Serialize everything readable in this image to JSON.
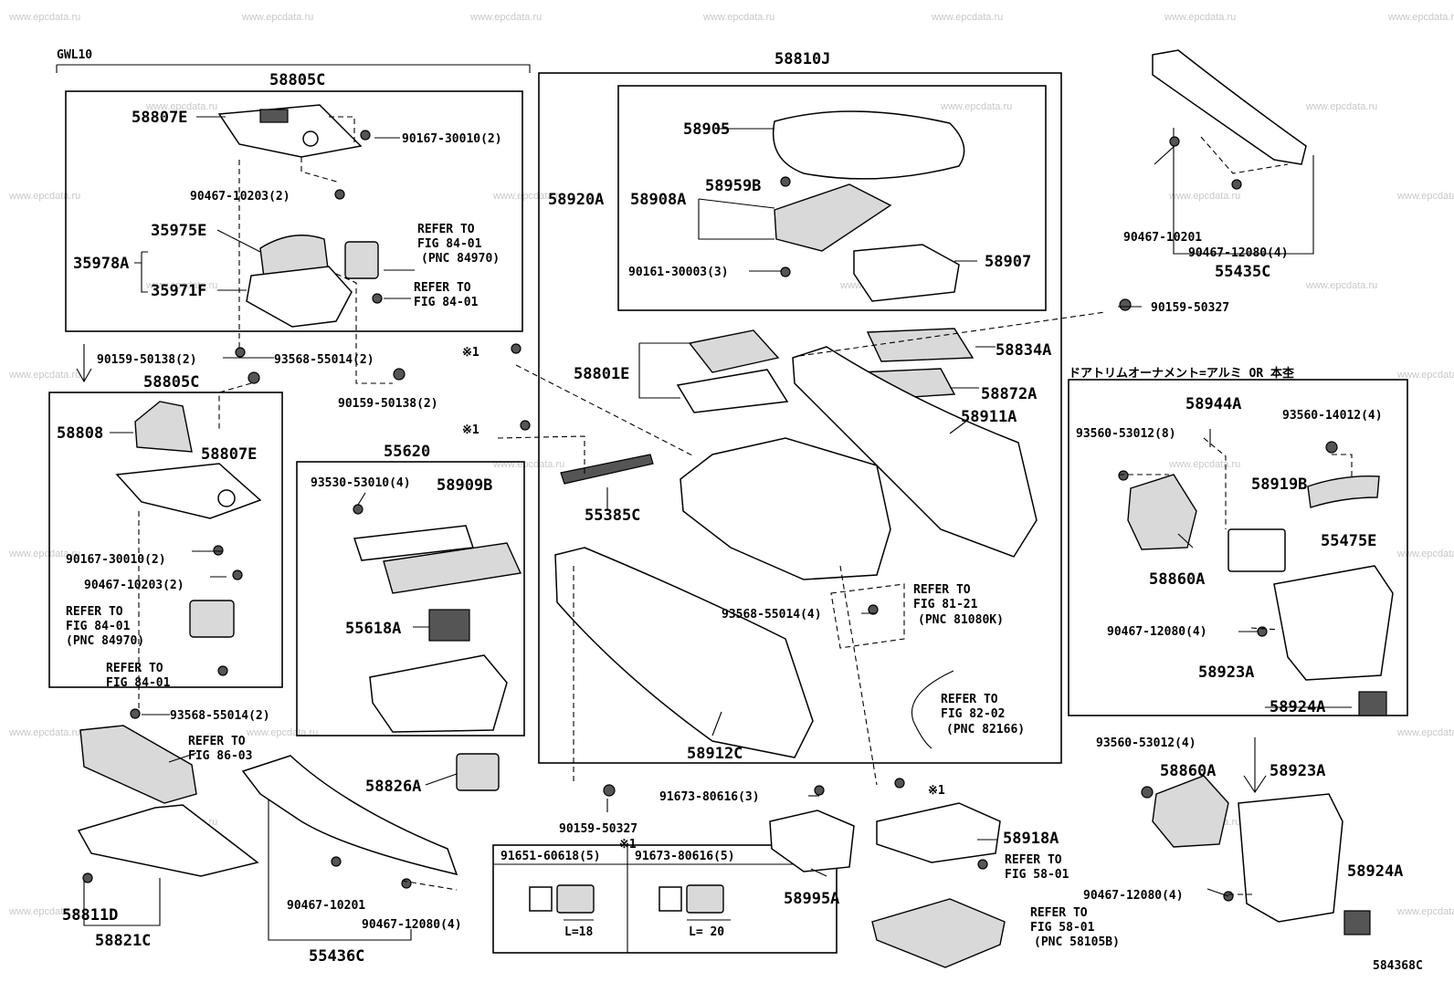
{
  "watermark": "www.epcdata.ru",
  "figure_code": "584368C",
  "variant_label": "GWL10",
  "japanese_note": "ドアトリムオーナメント=アルミ OR 本杢",
  "mark_symbol": "※1",
  "labels": {
    "p58805C_top": "58805C",
    "p58807E_top": "58807E",
    "p90167_30010_2_top": "90167-30010(2)",
    "p90467_10203_2_top": "90467-10203(2)",
    "p35975E": "35975E",
    "p35978A": "35978A",
    "p35971F": "35971F",
    "ref_84_01_pnc_a": "REFER TO",
    "ref_84_01_pnc_b": "FIG 84-01",
    "ref_84_01_pnc_c": "(PNC 84970)",
    "ref_84_01_a": "REFER TO",
    "ref_84_01_b": "FIG 84-01",
    "p90159_50138_2_a": "90159-50138(2)",
    "p93568_55014_2_a": "93568-55014(2)",
    "p90159_50138_2_b": "90159-50138(2)",
    "p58805C_low": "58805C",
    "p58808": "58808",
    "p58807E_low": "58807E",
    "p90167_30010_2_low": "90167-30010(2)",
    "p90467_10203_2_low": "90467-10203(2)",
    "ref_low_pnc_a": "REFER TO",
    "ref_low_pnc_b": "FIG 84-01",
    "ref_low_pnc_c": "(PNC 84970)",
    "ref_low_a": "REFER TO",
    "ref_low_b": "FIG 84-01",
    "p93568_55014_2_b": "93568-55014(2)",
    "ref_86_03_a": "REFER TO",
    "ref_86_03_b": "FIG 86-03",
    "p58811D": "58811D",
    "p58821C": "58821C",
    "p55620": "55620",
    "p93530_53010_4": "93530-53010(4)",
    "p58909B": "58909B",
    "p55618A": "55618A",
    "p58826A": "58826A",
    "p90467_10201_a": "90467-10201",
    "p90467_12080_4_a": "90467-12080(4)",
    "p55436C": "55436C",
    "p58810J": "58810J",
    "p58905": "58905",
    "p58920A": "58920A",
    "p58908A": "58908A",
    "p58959B": "58959B",
    "p90161_30003_3": "90161-30003(3)",
    "p58907": "58907",
    "p58801E": "58801E",
    "p58834A": "58834A",
    "p58872A": "58872A",
    "p58911A": "58911A",
    "p55385C": "55385C",
    "p93568_55014_4": "93568-55014(4)",
    "ref_81_21_a": "REFER TO",
    "ref_81_21_b": "FIG 81-21",
    "ref_81_21_c": "(PNC 81080K)",
    "ref_82_02_a": "REFER TO",
    "ref_82_02_b": "FIG 82-02",
    "ref_82_02_c": "(PNC 82166)",
    "p58912C": "58912C",
    "p90159_50327_a": "90159-50327",
    "p90159_50327_b": "90159-50327",
    "p91673_80616_3": "91673-80616(3)",
    "p58995A": "58995A",
    "p58918A": "58918A",
    "ref_58_01_a": "REFER TO",
    "ref_58_01_b": "FIG 58-01",
    "ref_58_01_pnc_a": "REFER TO",
    "ref_58_01_pnc_b": "FIG 58-01",
    "ref_58_01_pnc_c": "(PNC 58105B)",
    "table_head_1": "91651-60618(5)",
    "table_head_2": "91673-80616(5)",
    "len_1": "L=18",
    "len_2": "L= 20",
    "p90467_12080_4_b": "90467-12080(4)",
    "p90467_10201_b": "90467-10201",
    "p55435C": "55435C",
    "p58944A": "58944A",
    "p93560_53012_8": "93560-53012(8)",
    "p93560_14012_4": "93560-14012(4)",
    "p58919B": "58919B",
    "p55475E": "55475E",
    "p58860A_a": "58860A",
    "p90467_12080_4_c": "90467-12080(4)",
    "p58923A_a": "58923A",
    "p58924A_a": "58924A",
    "p93560_53012_4": "93560-53012(4)",
    "p58860A_b": "58860A",
    "p58923A_b": "58923A",
    "p58924A_b": "58924A",
    "p90467_12080_4_d": "90467-12080(4)"
  }
}
